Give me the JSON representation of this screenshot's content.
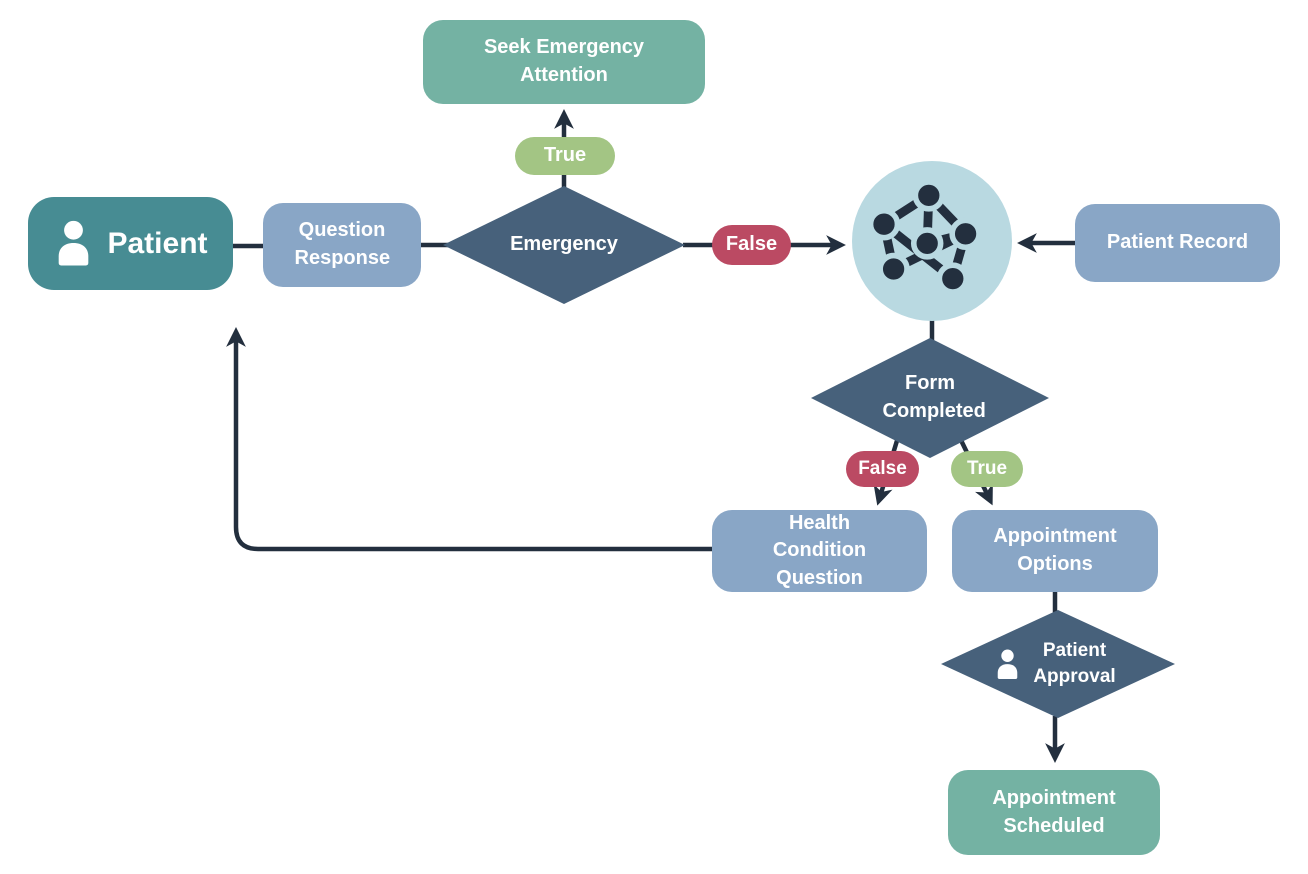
{
  "theme": {
    "background": "#FFFFFF",
    "teal": "#478C93",
    "blue": "#89A6C6",
    "seagreen": "#74B2A3",
    "green_pill": "#A3C584",
    "red_pill": "#BB4A63",
    "diamond": "#47617B",
    "line": "#232F3E",
    "circle_fill": "#B9D9E1",
    "text": "#FFFFFF"
  },
  "nodes": {
    "patient": {
      "label": "Patient",
      "icon": "person-icon"
    },
    "question_response": {
      "label": "Question Response"
    },
    "emergency": {
      "label": "Emergency"
    },
    "emergency_true": {
      "label": "True"
    },
    "emergency_false": {
      "label": "False"
    },
    "seek_emergency": {
      "label": "Seek Emergency Attention"
    },
    "ai_matcher": {
      "icon": "network-icon"
    },
    "patient_record": {
      "label": "Patient Record"
    },
    "form_completed": {
      "label": "Form Completed"
    },
    "form_false": {
      "label": "False"
    },
    "form_true": {
      "label": "True"
    },
    "health_condition": {
      "label": "Health Condition Question"
    },
    "appointment_options": {
      "label": "Appointment Options"
    },
    "patient_approval": {
      "label": "Patient Approval",
      "icon": "person-icon"
    },
    "appointment_scheduled": {
      "label": "Appointment Scheduled"
    }
  }
}
